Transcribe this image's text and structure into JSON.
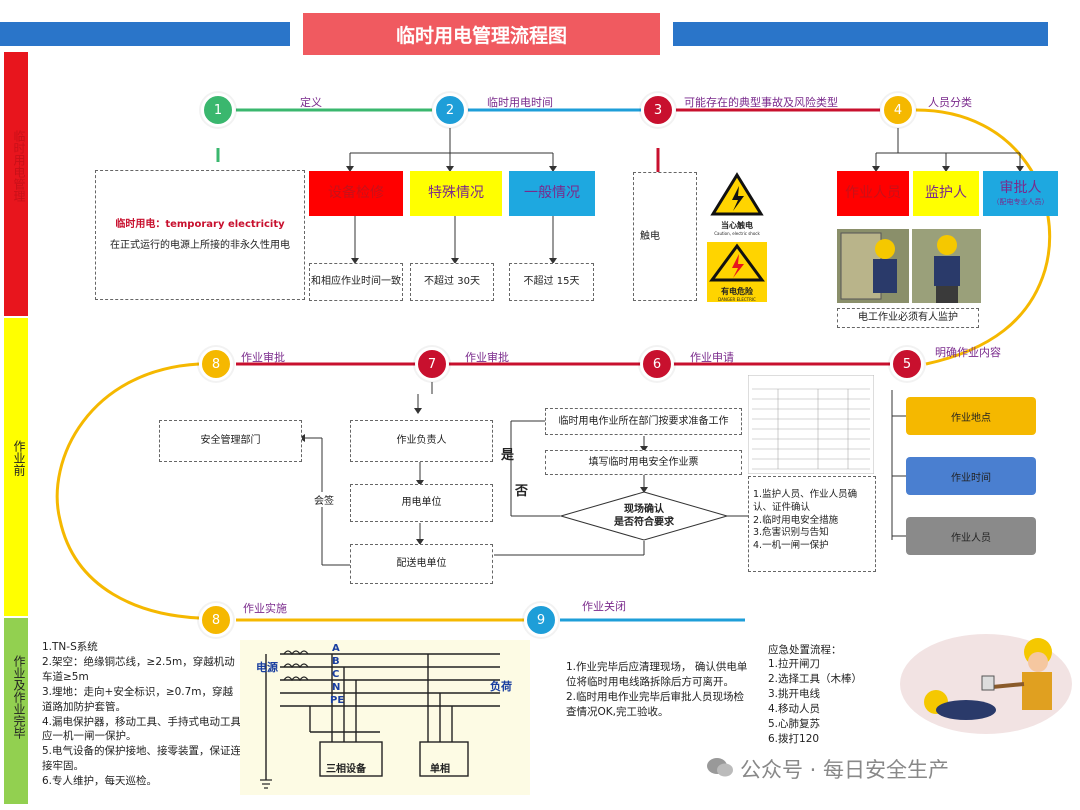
{
  "title": "临时用电管理流程图",
  "bands": [
    "临时用电管理",
    "作业前",
    "作业及作业完毕"
  ],
  "colors": {
    "red": "#e8151d",
    "yellow": "#ffff00",
    "green": "#92d050",
    "blue": "#2a75c9",
    "cyan": "#1e9ed8",
    "purple": "#7a2a8c"
  },
  "steps": {
    "s1": {
      "num": "1",
      "label": "定义"
    },
    "s2": {
      "num": "2",
      "label": "临时用电时间"
    },
    "s3": {
      "num": "3",
      "label": "可能存在的典型事故及风险类型"
    },
    "s4": {
      "num": "4",
      "label": "人员分类"
    },
    "s5": {
      "num": "5",
      "label": "明确作业内容"
    },
    "s6": {
      "num": "6",
      "label": "作业申请"
    },
    "s7": {
      "num": "7",
      "label": "作业审批"
    },
    "s8a": {
      "num": "8",
      "label": "作业审批"
    },
    "s8b": {
      "num": "8",
      "label": "作业实施"
    },
    "s9": {
      "num": "9",
      "label": "作业关闭"
    }
  },
  "definition": {
    "term": "临时用电：temporary electricity",
    "text": "在正式运行的电源上所接的非永久性用电"
  },
  "time_boxes": [
    {
      "head": "设备检修",
      "note": "和相应作业时间一致"
    },
    {
      "head": "特殊情况",
      "note": "不超过 30天"
    },
    {
      "head": "一般情况",
      "note": "不超过 15天"
    }
  ],
  "risk": {
    "text": "触电",
    "sign1": "当心触电",
    "sign1_en": "Caution, electric shock",
    "sign2": "有电危险",
    "sign2_en": "DANGER ELECTRIC"
  },
  "people": [
    {
      "head": "作业人员"
    },
    {
      "head": "监护人"
    },
    {
      "head": "审批人",
      "sub": "（配电专业人员）"
    }
  ],
  "people_note": "电工作业必须有人监护",
  "apply": {
    "b1": "临时用电作业所在部门按要求准备工作",
    "b2": "填写临时用电安全作业票",
    "diamond": "现场确认\n是否符合要求",
    "yes": "是",
    "no": "否",
    "checklist": "1.监护人员、作业人员确认、证件确认\n2.临时用电安全措施\n3.危害识别与告知\n4.一机一闸一保护"
  },
  "side_tags": [
    "作业地点",
    "作业时间",
    "作业人员"
  ],
  "approve": {
    "a1": "作业负责人",
    "a2": "用电单位",
    "a3": "配送电单位",
    "dept": "安全管理部门",
    "sign": "会签"
  },
  "implement": "1.TN-S系统\n2.架空：绝缘铜芯线，≥2.5m，穿越机动车道≥5m\n3.埋地：走向+安全标识，≥0.7m，穿越道路加防护套管。\n4.漏电保护器，移动工具、手持式电动工具应一机一闸一保护。\n5.电气设备的保护接地、接零装置，保证连接牢固。\n6.专人维护，每天巡检。",
  "circuit": {
    "source": "电源",
    "load": "负荷",
    "lines": [
      "A",
      "B",
      "C",
      "N",
      "PE"
    ],
    "three_phase": "三相设备",
    "single": "单相"
  },
  "close": "1.作业完毕后应清理现场， 确认供电单位将临时用电线路拆除后方可离开。\n2.临时用电作业完毕后审批人员现场检查情况OK,完工验收。",
  "emergency": {
    "title": "应急处置流程：",
    "items": [
      "1.拉开闸刀",
      "2.选择工具（木棒）",
      "3.挑开电线",
      "4.移动人员",
      "5.心肺复苏",
      "6.拨打120"
    ]
  },
  "watermark": "公众号 · 每日安全生产"
}
